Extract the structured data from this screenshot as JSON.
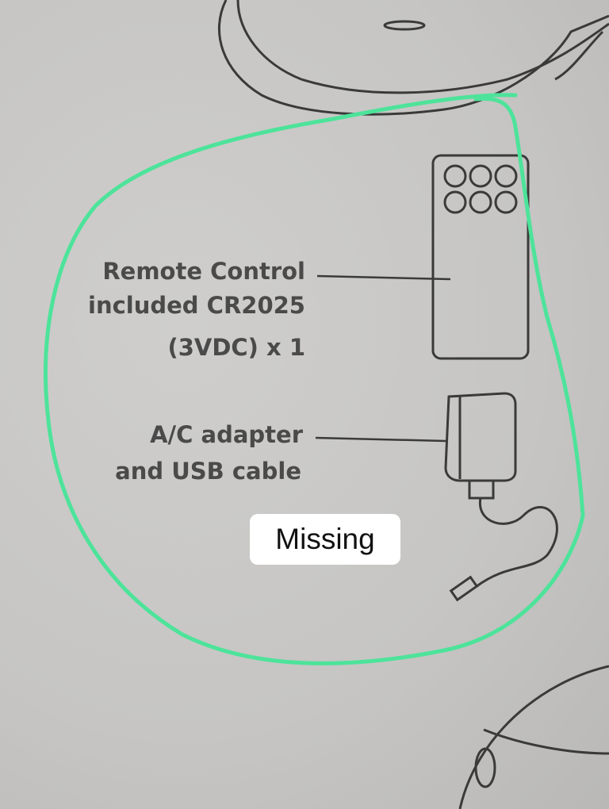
{
  "labels": {
    "remote_line1": "Remote Control",
    "remote_line2": "included CR2025",
    "remote_line3": "(3VDC) x 1",
    "adapter_line1": "A/C adapter",
    "adapter_line2": "and USB cable"
  },
  "annotation": {
    "text": "Missing",
    "outline_color": "#4de39a"
  }
}
